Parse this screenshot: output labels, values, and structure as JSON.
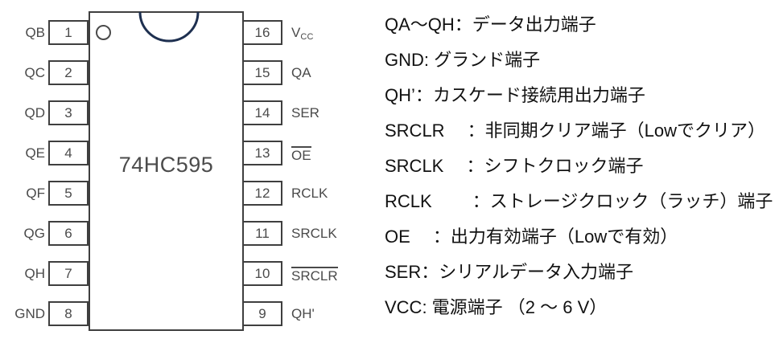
{
  "diagram": {
    "part_name": "74HC595",
    "notch_color": "#1e3050",
    "outline_color": "#3f3f3f",
    "text_color": "#4a4a4a",
    "pins_left": [
      {
        "number": "1",
        "label": "QB",
        "overline": false
      },
      {
        "number": "2",
        "label": "QC",
        "overline": false
      },
      {
        "number": "3",
        "label": "QD",
        "overline": false
      },
      {
        "number": "4",
        "label": "QE",
        "overline": false
      },
      {
        "number": "5",
        "label": "QF",
        "overline": false
      },
      {
        "number": "6",
        "label": "QG",
        "overline": false
      },
      {
        "number": "7",
        "label": "QH",
        "overline": false
      },
      {
        "number": "8",
        "label": "GND",
        "overline": false
      }
    ],
    "pins_right": [
      {
        "number": "16",
        "label": "V",
        "sub": "CC",
        "overline": false
      },
      {
        "number": "15",
        "label": "QA",
        "sub": "",
        "overline": false
      },
      {
        "number": "14",
        "label": "SER",
        "sub": "",
        "overline": false
      },
      {
        "number": "13",
        "label": "OE",
        "sub": "",
        "overline": true
      },
      {
        "number": "12",
        "label": "RCLK",
        "sub": "",
        "overline": false
      },
      {
        "number": "11",
        "label": "SRCLK",
        "sub": "",
        "overline": false
      },
      {
        "number": "10",
        "label": "SRCLR",
        "sub": "",
        "overline": true
      },
      {
        "number": "9",
        "label": "QH'",
        "sub": "",
        "overline": false
      }
    ]
  },
  "legend": {
    "lines": [
      "QA〜QH：データ出力端子",
      "GND: グランド端子",
      "QH’：カスケード接続用出力端子",
      "SRCLR 　：非同期クリア端子（Lowでクリア）",
      "SRCLK 　：シフトクロック端子",
      "RCLK 　　：ストレージクロック（ラッチ）端子",
      "OE 　：出力有効端子（Lowで有効）",
      "SER：シリアルデータ入力端子",
      "VCC: 電源端子 （2 〜 6 V）"
    ]
  }
}
